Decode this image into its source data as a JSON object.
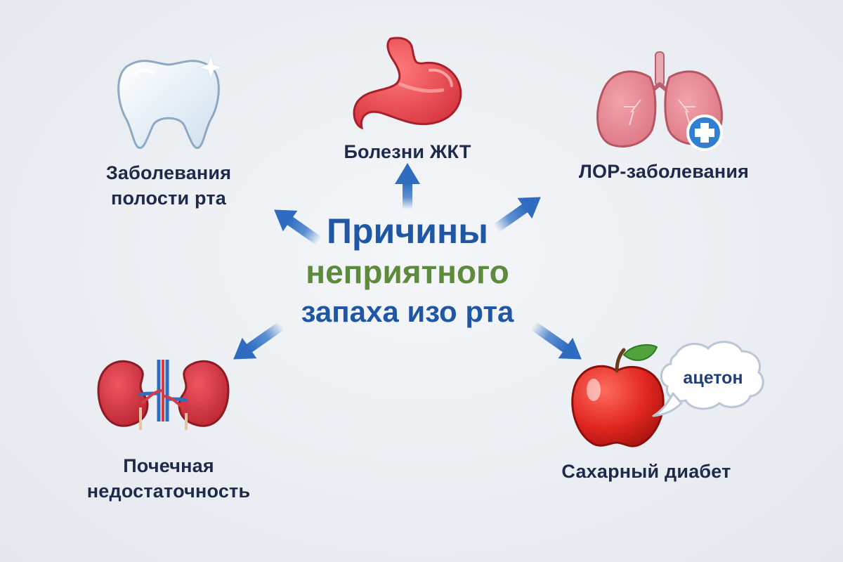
{
  "title": {
    "line1": "Причины",
    "line2": "неприятного",
    "line3": "запаха изо рта"
  },
  "causes": {
    "oral": {
      "line1": "Заболевания",
      "line2": "полости рта",
      "icon": "tooth-icon"
    },
    "gi": {
      "label": "Болезни ЖКТ",
      "icon": "stomach-icon"
    },
    "ent": {
      "label": "ЛОР-заболевания",
      "icon": "lungs-icon"
    },
    "kidney": {
      "line1": "Почечная",
      "line2": "недостаточность",
      "icon": "kidneys-icon"
    },
    "diabetes": {
      "label": "Сахарный диабет",
      "icon": "apple-icon",
      "bubble": "ацетон"
    }
  },
  "colors": {
    "title_blue": "#1f57a4",
    "title_green": "#5e8a3c",
    "arrow_blue": "#3a78c8",
    "label_text": "#1f2a4a"
  }
}
